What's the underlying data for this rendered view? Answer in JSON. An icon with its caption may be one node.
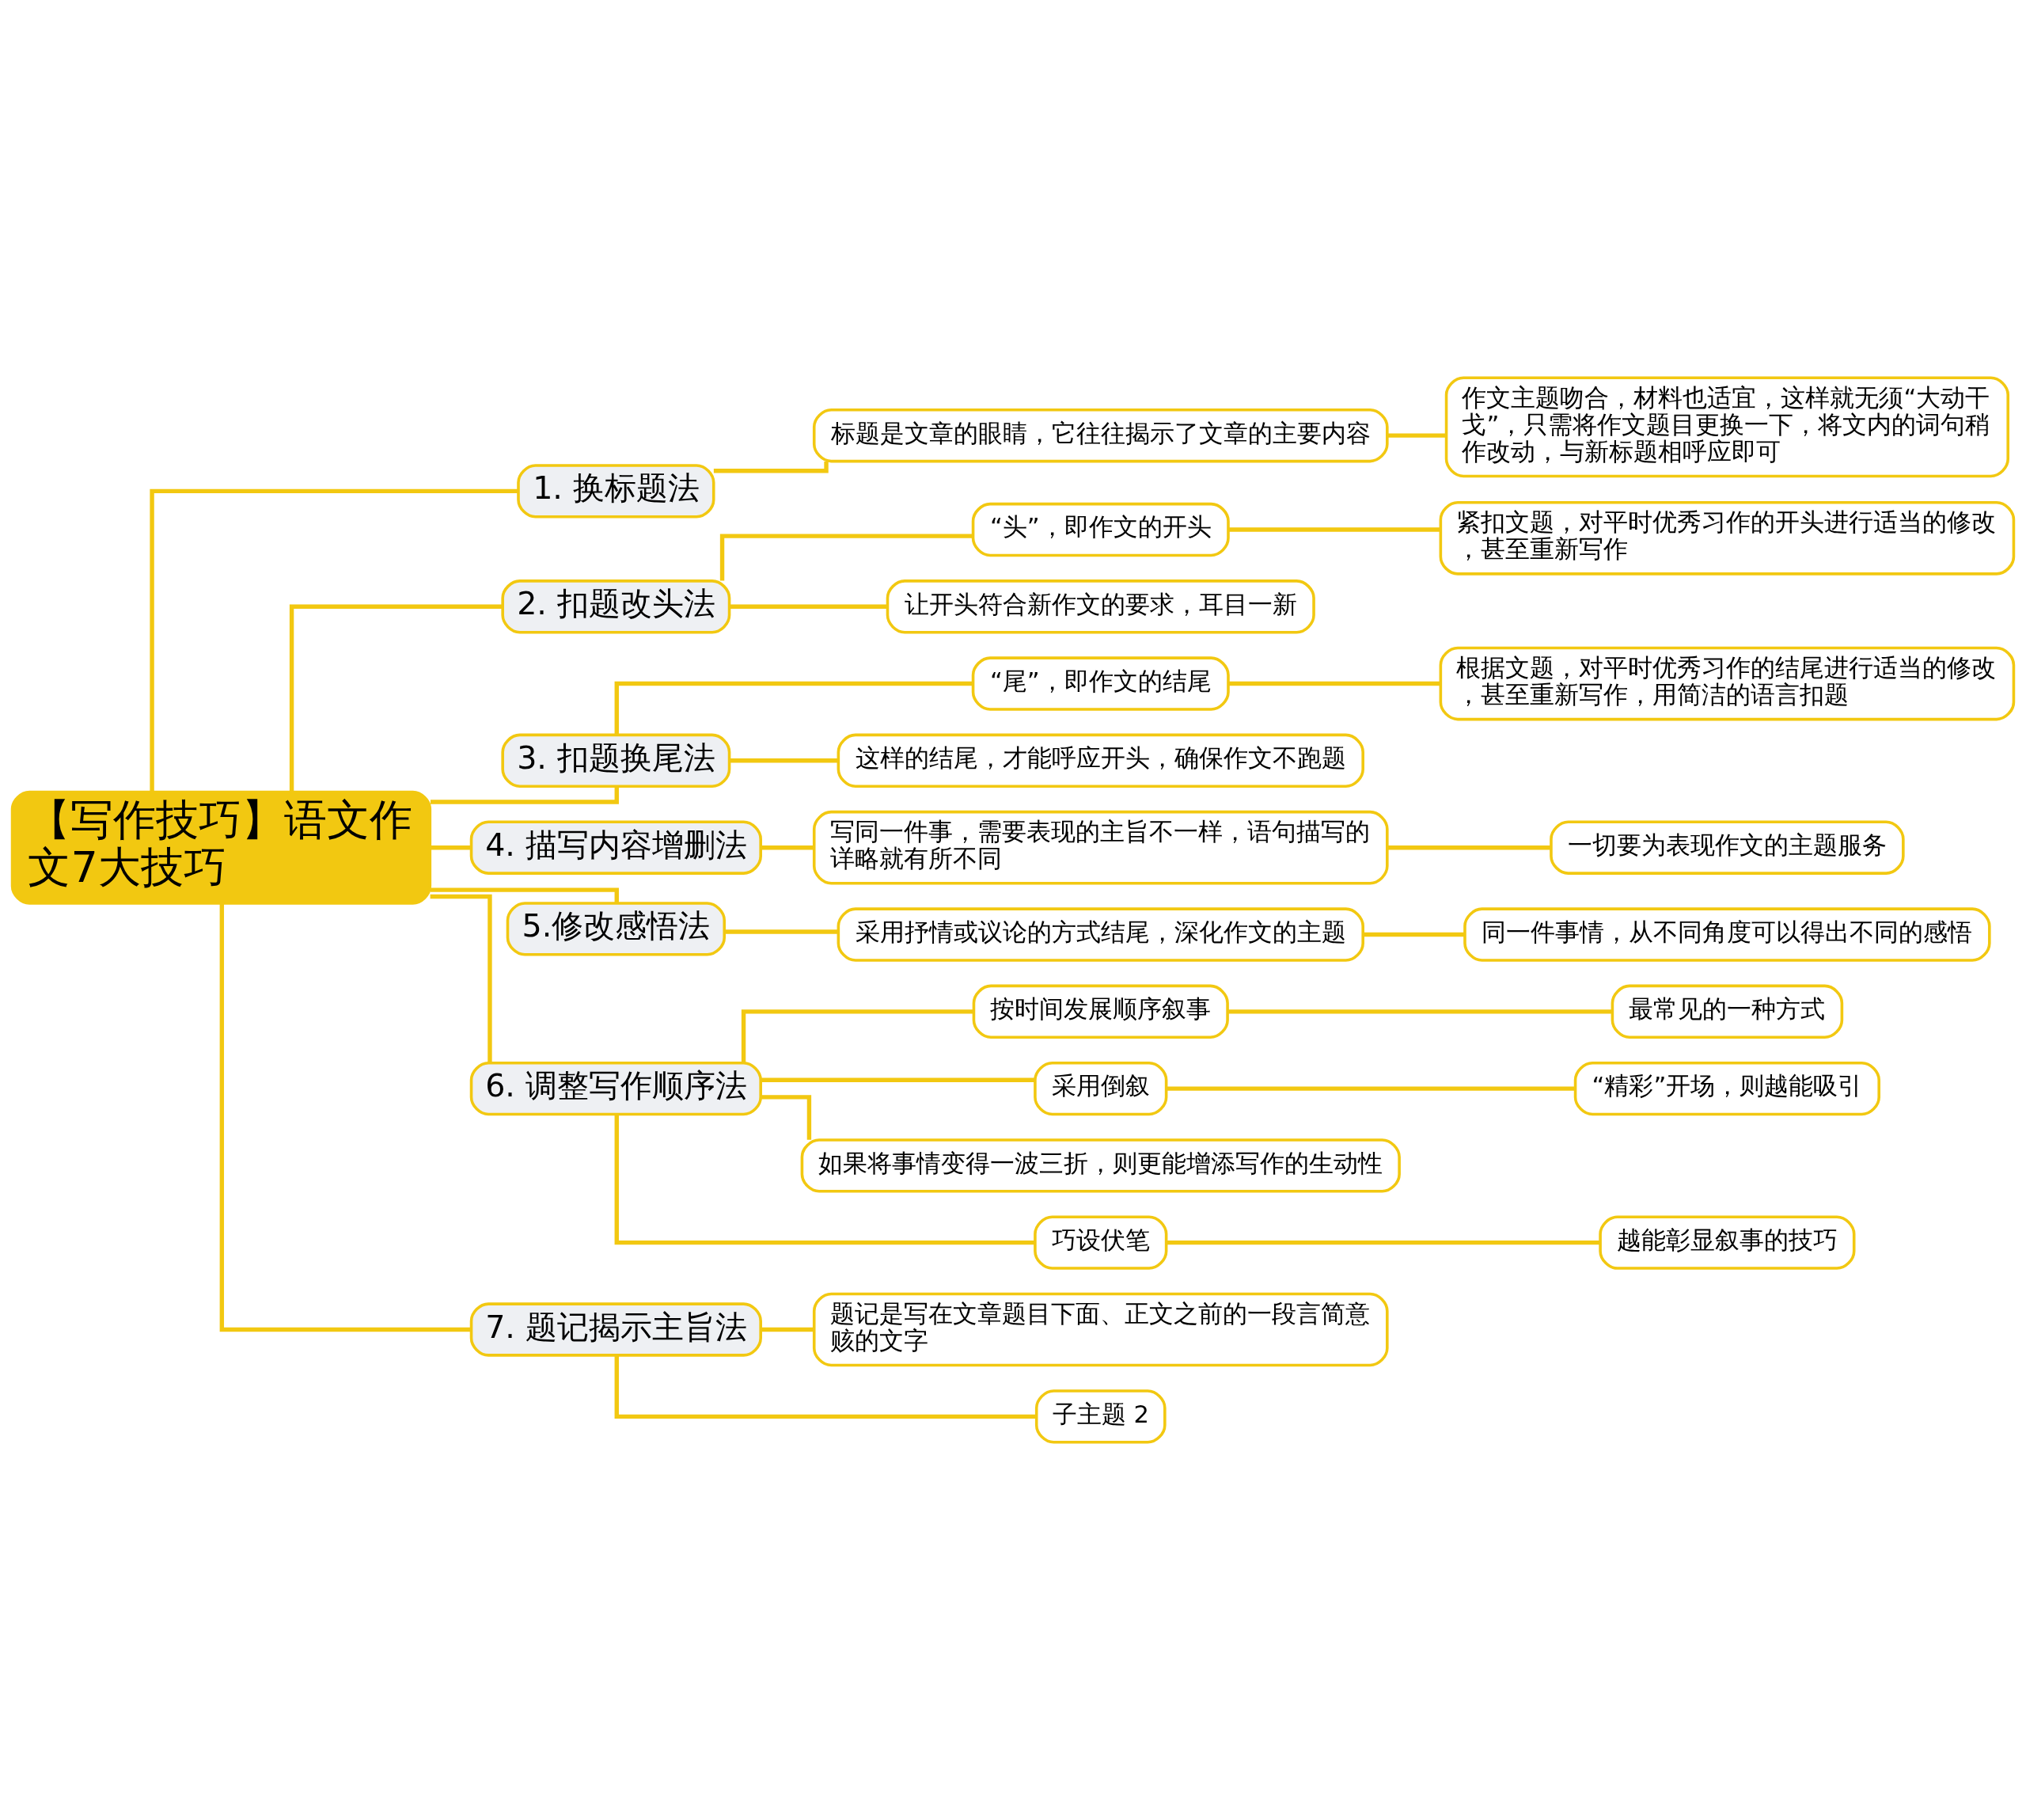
{
  "diagram": {
    "nodes": [
      {
        "text": [
          "【写作技巧】语文作文7大技巧"
        ]
      },
      {
        "text": [
          "1. 换标题法"
        ]
      },
      {
        "text": [
          "标题是文章的眼睛，它往往揭示了文章的主要内容"
        ]
      },
      {
        "text": [
          "作文主题吻合，材料也适宜，这样就无须“大动干戈”，只需将作文题目更换一下，将文内的词句稍作改动，与新标题相呼应即可"
        ]
      },
      {
        "text": [
          "2. 扣题改头法"
        ]
      },
      {
        "text": [
          "“头”，即作文的开头"
        ]
      },
      {
        "text": [
          "紧扣文题，对平时优秀习作的开头进行适当的修改，甚至重新写作"
        ]
      },
      {
        "text": [
          "让开头符合新作文的要求，耳目一新"
        ]
      },
      {
        "text": [
          "3. 扣题换尾法"
        ]
      },
      {
        "text": [
          "“尾”，即作文的结尾"
        ]
      },
      {
        "text": [
          "根据文题，对平时优秀习作的结尾进行适当的修改，甚至重新写作，用简洁的语言扣题"
        ]
      },
      {
        "text": [
          "这样的结尾，才能呼应开头，确保作文不跑题"
        ]
      },
      {
        "text": [
          "4. 描写内容增删法"
        ]
      },
      {
        "text": [
          "写同一件事，需要表现的主旨不一样，语句描写的详略就有所不同"
        ]
      },
      {
        "text": [
          "一切要为表现作文的主题服务"
        ]
      },
      {
        "text": [
          "5.修改感悟法"
        ]
      },
      {
        "text": [
          "采用抒情或议论的方式结尾，深化作文的主题"
        ]
      },
      {
        "text": [
          "同一件事情，从不同角度可以得出不同的感悟"
        ]
      },
      {
        "text": [
          "6. 调整写作顺序法"
        ]
      },
      {
        "text": [
          "按时间发展顺序叙事"
        ]
      },
      {
        "text": [
          "最常见的一种方式"
        ]
      },
      {
        "text": [
          "采用倒叙"
        ]
      },
      {
        "text": [
          "“精彩”开场，则越能吸引"
        ]
      },
      {
        "text": [
          "如果将事情变得一波三折，则更能增添写作的生动性"
        ]
      },
      {
        "text": [
          "巧设伏笔"
        ]
      },
      {
        "text": [
          "越能彰显叙事的技巧"
        ]
      },
      {
        "text": [
          "7. 题记揭示主旨法"
        ]
      },
      {
        "text": [
          "题记是写在文章题目下面、正文之前的一段言简意赅的文字"
        ]
      },
      {
        "text": [
          "子主题 2"
        ]
      }
    ],
    "edges": [
      {
        "from": 0,
        "to": 1,
        "arrow": "none"
      },
      {
        "from": 1,
        "to": 2,
        "arrow": "none"
      },
      {
        "from": 2,
        "to": 3,
        "arrow": "none"
      },
      {
        "from": 0,
        "to": 4,
        "arrow": "none"
      },
      {
        "from": 4,
        "to": 5,
        "arrow": "none"
      },
      {
        "from": 5,
        "to": 6,
        "arrow": "none"
      },
      {
        "from": 4,
        "to": 7,
        "arrow": "none"
      },
      {
        "from": 0,
        "to": 8,
        "arrow": "none"
      },
      {
        "from": 8,
        "to": 9,
        "arrow": "none"
      },
      {
        "from": 9,
        "to": 10,
        "arrow": "none"
      },
      {
        "from": 8,
        "to": 11,
        "arrow": "none"
      },
      {
        "from": 0,
        "to": 12,
        "arrow": "none"
      },
      {
        "from": 12,
        "to": 13,
        "arrow": "none"
      },
      {
        "from": 13,
        "to": 14,
        "arrow": "none"
      },
      {
        "from": 0,
        "to": 15,
        "arrow": "none"
      },
      {
        "from": 15,
        "to": 16,
        "arrow": "none"
      },
      {
        "from": 16,
        "to": 17,
        "arrow": "none"
      },
      {
        "from": 0,
        "to": 18,
        "arrow": "none"
      },
      {
        "from": 18,
        "to": 19,
        "arrow": "none"
      },
      {
        "from": 19,
        "to": 20,
        "arrow": "none"
      },
      {
        "from": 18,
        "to": 21,
        "arrow": "none"
      },
      {
        "from": 21,
        "to": 22,
        "arrow": "none"
      },
      {
        "from": 18,
        "to": 23,
        "arrow": "none"
      },
      {
        "from": 18,
        "to": 24,
        "arrow": "none"
      },
      {
        "from": 24,
        "to": 25,
        "arrow": "none"
      },
      {
        "from": 0,
        "to": 26,
        "arrow": "none"
      },
      {
        "from": 26,
        "to": 27,
        "arrow": "none"
      },
      {
        "from": 26,
        "to": 28,
        "arrow": "none"
      }
    ]
  }
}
